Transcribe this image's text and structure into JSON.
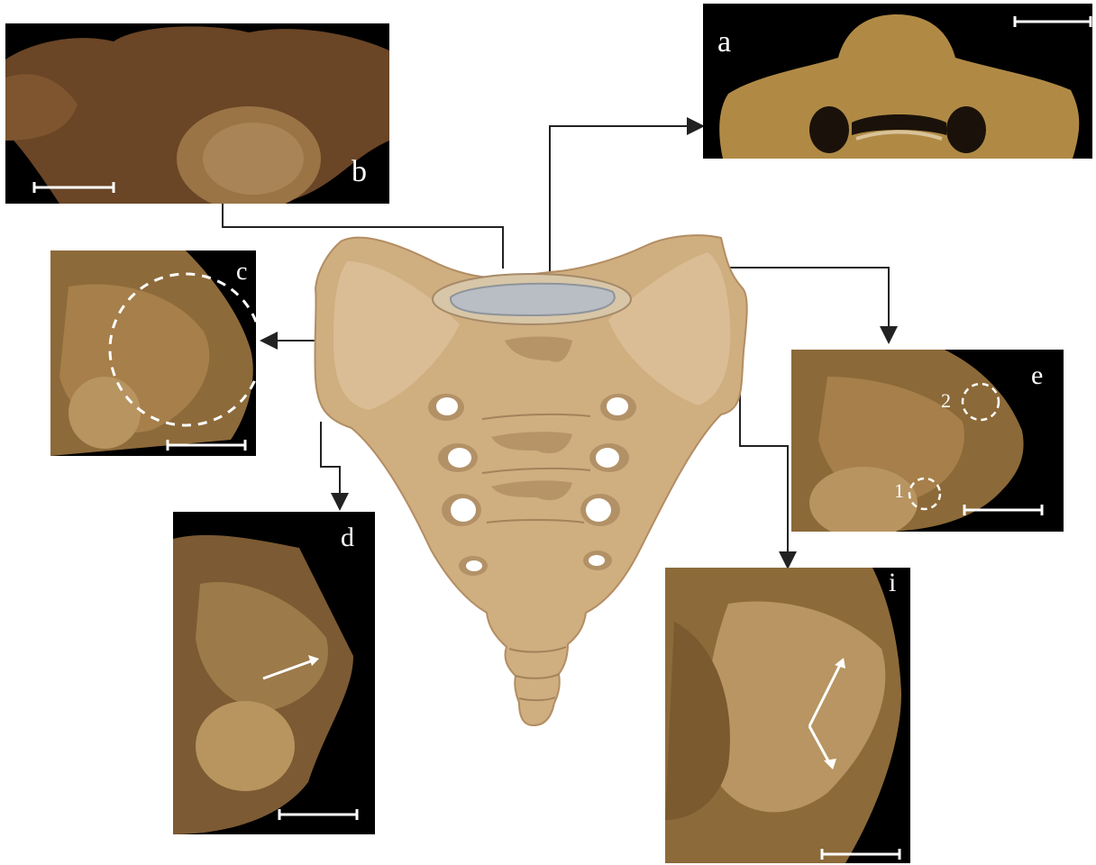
{
  "panels": {
    "a": {
      "label": "a"
    },
    "b": {
      "label": "b"
    },
    "c": {
      "label": "c"
    },
    "d": {
      "label": "d"
    },
    "e": {
      "label": "e",
      "markers": [
        "1",
        "2"
      ]
    },
    "i": {
      "label": "i"
    }
  },
  "colors": {
    "background": "#ffffff",
    "bone_light": "#cfae80",
    "bone_shadow": "#b79368",
    "photo_bone": "#a47b42",
    "connector": "#222222",
    "annotation": "#ffffff"
  },
  "icons": {
    "scale_bar": "scale-bar",
    "arrow": "arrow-icon",
    "dashed_circle": "dashed-circle"
  }
}
